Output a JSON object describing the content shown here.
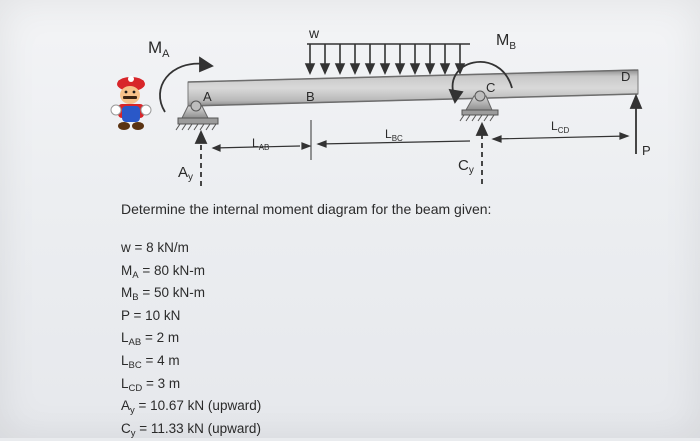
{
  "diagram": {
    "labels": {
      "moment_a": "M",
      "moment_a_sub": "A",
      "moment_b": "M",
      "moment_b_sub": "B",
      "w": "w",
      "point_a": "A",
      "point_b": "B",
      "point_c": "C",
      "point_d": "D",
      "l_ab": "L",
      "l_ab_sub": "AB",
      "l_bc": "L",
      "l_bc_sub": "BC",
      "l_cd": "L",
      "l_cd_sub": "CD",
      "a_y": "A",
      "a_y_sub": "y",
      "c_y": "C",
      "c_y_sub": "y",
      "p": "P"
    }
  },
  "problem": {
    "prompt": "Determine the internal moment diagram for the beam given:",
    "given": [
      {
        "sym": "w",
        "sub": "",
        "val": " = 8 kN/m"
      },
      {
        "sym": "M",
        "sub": "A",
        "val": " = 80 kN-m"
      },
      {
        "sym": "M",
        "sub": "B",
        "val": " = 50 kN-m"
      },
      {
        "sym": "P",
        "sub": "",
        "val": " = 10 kN"
      },
      {
        "sym": "L",
        "sub": "AB",
        "val": " = 2 m"
      },
      {
        "sym": "L",
        "sub": "BC",
        "val": " = 4 m"
      },
      {
        "sym": "L",
        "sub": "CD",
        "val": " = 3 m"
      },
      {
        "sym": "A",
        "sub": "y",
        "val": " = 10.67 kN (upward)"
      },
      {
        "sym": "C",
        "sub": "y",
        "val": " = 11.33 kN (upward)"
      }
    ]
  },
  "colors": {
    "beam_top": "#9a9a9a",
    "beam_mid": "#cfcfcf",
    "ink": "#222222",
    "support": "#a8a8a8"
  },
  "icons": [
    "mario-sticker-icon",
    "pin-support-icon",
    "roller-support-icon"
  ]
}
